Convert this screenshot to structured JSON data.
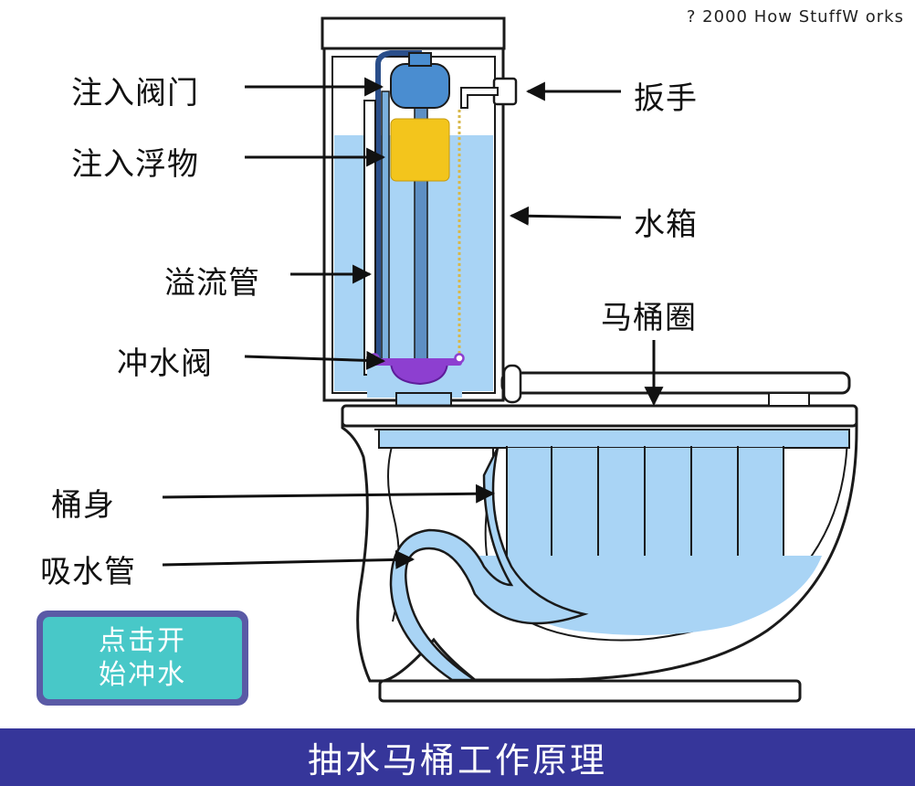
{
  "copyright": "? 2000 How StuffW orks",
  "labels": {
    "fill_valve": "注入阀门",
    "fill_float": "注入浮物",
    "overflow_tube": "溢流管",
    "flush_valve": "冲水阀",
    "bowl_body": "桶身",
    "siphon_tube": "吸水管",
    "handle": "扳手",
    "tank": "水箱",
    "seat": "马桶圈"
  },
  "flush_button": {
    "line1": "点击开",
    "line2": "始冲水"
  },
  "footer_title": "抽水马桶工作原理",
  "colors": {
    "water": "#a9d4f5",
    "float": "#f3c51c",
    "flapper": "#8d3fd0",
    "outline": "#1a1a1a",
    "title_bar": "#36369a",
    "button_face": "#48c8c8",
    "button_border": "#5a5aa6"
  }
}
